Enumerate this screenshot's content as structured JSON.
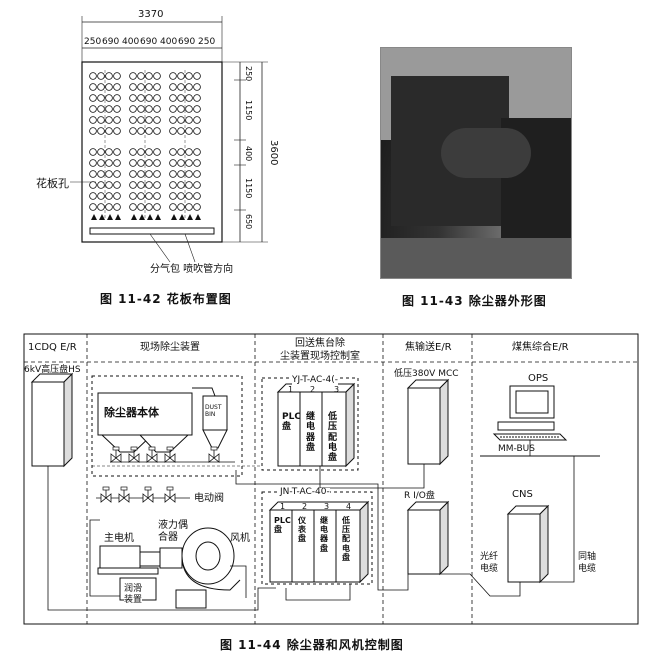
{
  "fig42": {
    "width_dim": "3370",
    "segments": [
      "250",
      "690",
      "400",
      "690",
      "400",
      "690",
      "250"
    ],
    "right_dims": [
      "250",
      "1150",
      "400",
      "1150",
      "650"
    ],
    "height_dim": "3600",
    "hole_label": "花板孔",
    "bottom_label": "分气包  喷吹管方向",
    "caption": "图 11-42    花板布置图"
  },
  "fig43": {
    "caption": "图 11-43    除尘器外形图"
  },
  "fig44": {
    "headers": [
      "1CDQ E/R",
      "现场除尘装置",
      "回送焦台除\n尘装置现场控制室",
      "焦输送E/R",
      "煤焦综合E/R"
    ],
    "hs_panel": "6kV高压盘HS",
    "dust_body": "除尘器本体",
    "dust_bin": "DUST\nBIN",
    "valve_label": "电动阀",
    "motor_label": "主电机",
    "coupler_label": "液力偶\n合器",
    "fan_label": "风机",
    "lube_label": "润滑\n装置",
    "yj_label": "YJ-T-AC-4(-",
    "yj_numbers": [
      "1",
      "2",
      "3"
    ],
    "yj_cabinets": [
      "PLC\n盘",
      "继\n电\n器\n盘",
      "低\n压\n配\n电\n盘"
    ],
    "jn_label": "JN-T-AC-40-",
    "jn_numbers": [
      "1",
      "2",
      "3",
      "4"
    ],
    "jn_cabinets": [
      "PLC\n盘",
      "仪\n表\n盘",
      "继\n电\n器\n盘",
      "低\n压\n配\n电\n盘"
    ],
    "mcc_label": "低压380V MCC",
    "rio_label": "R I/O盘",
    "ops_label": "OPS",
    "mmbus_label": "MM-BUS",
    "cns_label": "CNS",
    "fiber_label": "光纤\n电缆",
    "coax_label": "同轴\n电缆",
    "caption": "图 11-44    除尘器和风机控制图"
  }
}
